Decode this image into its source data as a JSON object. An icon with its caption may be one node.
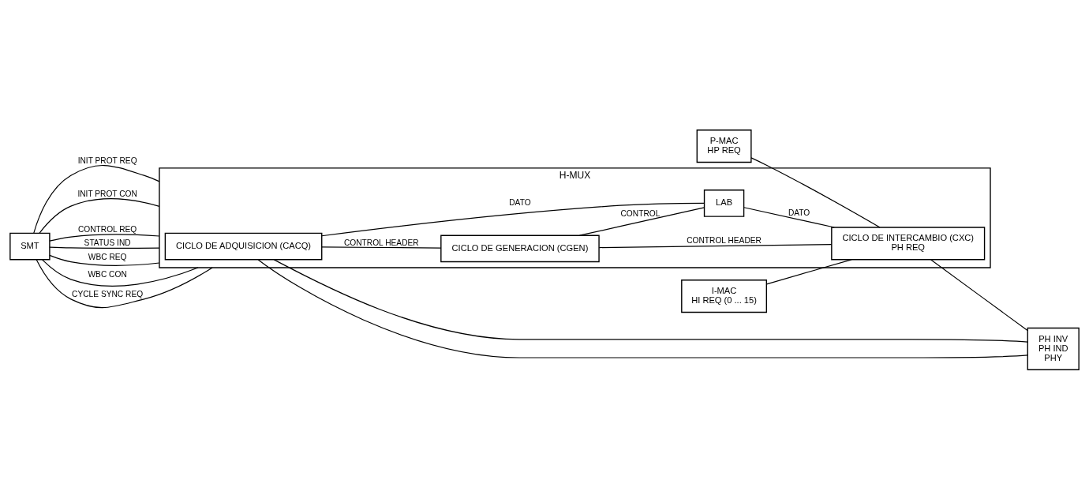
{
  "diagram": {
    "nodes": [
      {
        "text": [
          "SMT"
        ]
      },
      {
        "text": [
          "I-MAC",
          "HI REQ (0 ... 15)"
        ]
      },
      {
        "text": [
          "P-MAC",
          "HP REQ"
        ]
      },
      {
        "text": [
          "H-MUX"
        ]
      },
      {
        "text": [
          "CICLO DE ADQUISICION (CACQ)"
        ],
        "in": 3
      },
      {
        "text": [
          "CICLO DE GENERACION (CGEN)"
        ],
        "in": 3
      },
      {
        "text": [
          "LAB"
        ],
        "in": 3
      },
      {
        "text": [
          "CICLO DE INTERCAMBIO (CXC)",
          "PH REQ"
        ],
        "in": 3
      },
      {
        "text": [
          "PH INV",
          "PH IND",
          "PHY"
        ]
      }
    ],
    "edges": [
      {
        "from": 0,
        "to": 3,
        "arrow": "none",
        "label": "INIT PROT REQ"
      },
      {
        "from": 0,
        "to": 3,
        "arrow": "none",
        "label": "INIT PROT CON"
      },
      {
        "from": 0,
        "to": 3,
        "arrow": "none",
        "label": "CONTROL REQ"
      },
      {
        "from": 0,
        "to": 3,
        "arrow": "none",
        "label": "STATUS IND"
      },
      {
        "from": 0,
        "to": 3,
        "arrow": "none",
        "label": "WBC REQ"
      },
      {
        "from": 0,
        "to": 3,
        "arrow": "none",
        "label": "WBC CON"
      },
      {
        "from": 0,
        "to": 3,
        "arrow": "none",
        "label": "CYCLE SYNC REQ"
      },
      {
        "from": 2,
        "to": 7,
        "arrow": "none"
      },
      {
        "from": 1,
        "to": 7,
        "arrow": "none"
      },
      {
        "from": 4,
        "to": 5,
        "arrow": "none",
        "label": "CONTROL HEADER"
      },
      {
        "from": 5,
        "to": 7,
        "arrow": "none",
        "label": "CONTROL HEADER"
      },
      {
        "from": 5,
        "to": 6,
        "arrow": "none",
        "label": "CONTROL"
      },
      {
        "from": 4,
        "to": 6,
        "arrow": "none",
        "label": "DATO"
      },
      {
        "from": 6,
        "to": 7,
        "arrow": "none",
        "label": "DATO"
      },
      {
        "from": 4,
        "to": 8,
        "arrow": "none"
      },
      {
        "from": 4,
        "to": 8,
        "arrow": "none"
      },
      {
        "from": 7,
        "to": 8,
        "arrow": "none"
      }
    ]
  }
}
